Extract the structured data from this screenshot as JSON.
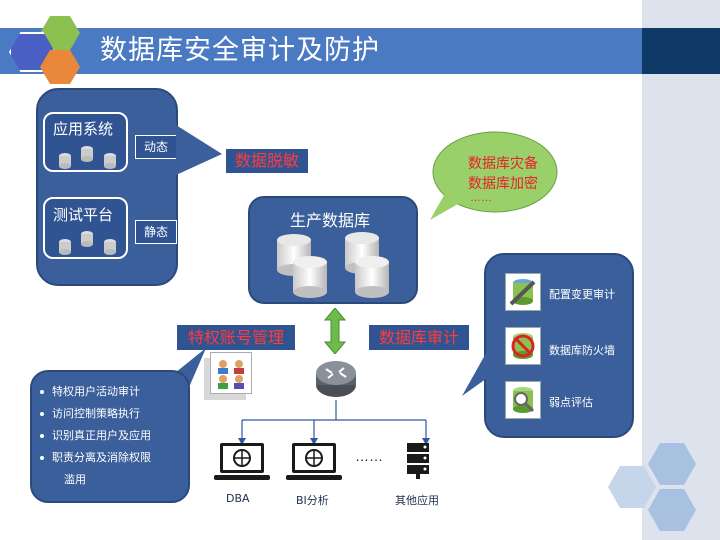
{
  "title": "数据库安全审计及防护",
  "left_panel": {
    "app_system": "应用系统",
    "dynamic": "动态",
    "test_platform": "测试平台",
    "static": "静态"
  },
  "desensitize": "数据脱敏",
  "bubble": {
    "line1": "数据库灾备",
    "line2": "数据库加密",
    "line3": "……"
  },
  "production_db": "生产数据库",
  "privileged_mgmt": "特权账号管理",
  "db_audit": "数据库审计",
  "bullets": [
    "特权用户活动审计",
    "访问控制策略执行",
    "识别真正用户及应用",
    "职责分离及消除权限",
    "滥用"
  ],
  "right_panel": {
    "items": [
      "配置变更审计",
      "数据库防火墙",
      "弱点评估"
    ]
  },
  "endpoints": {
    "dba": "DBA",
    "bi": "BI分析",
    "dots": "……",
    "other": "其他应用"
  },
  "colors": {
    "title_bar": "#4a7bc2",
    "panel": "#3a5f9b",
    "bubble": "#9ad06a",
    "red_text": "#ff3b3b",
    "arrow": "#6dbb4a"
  }
}
